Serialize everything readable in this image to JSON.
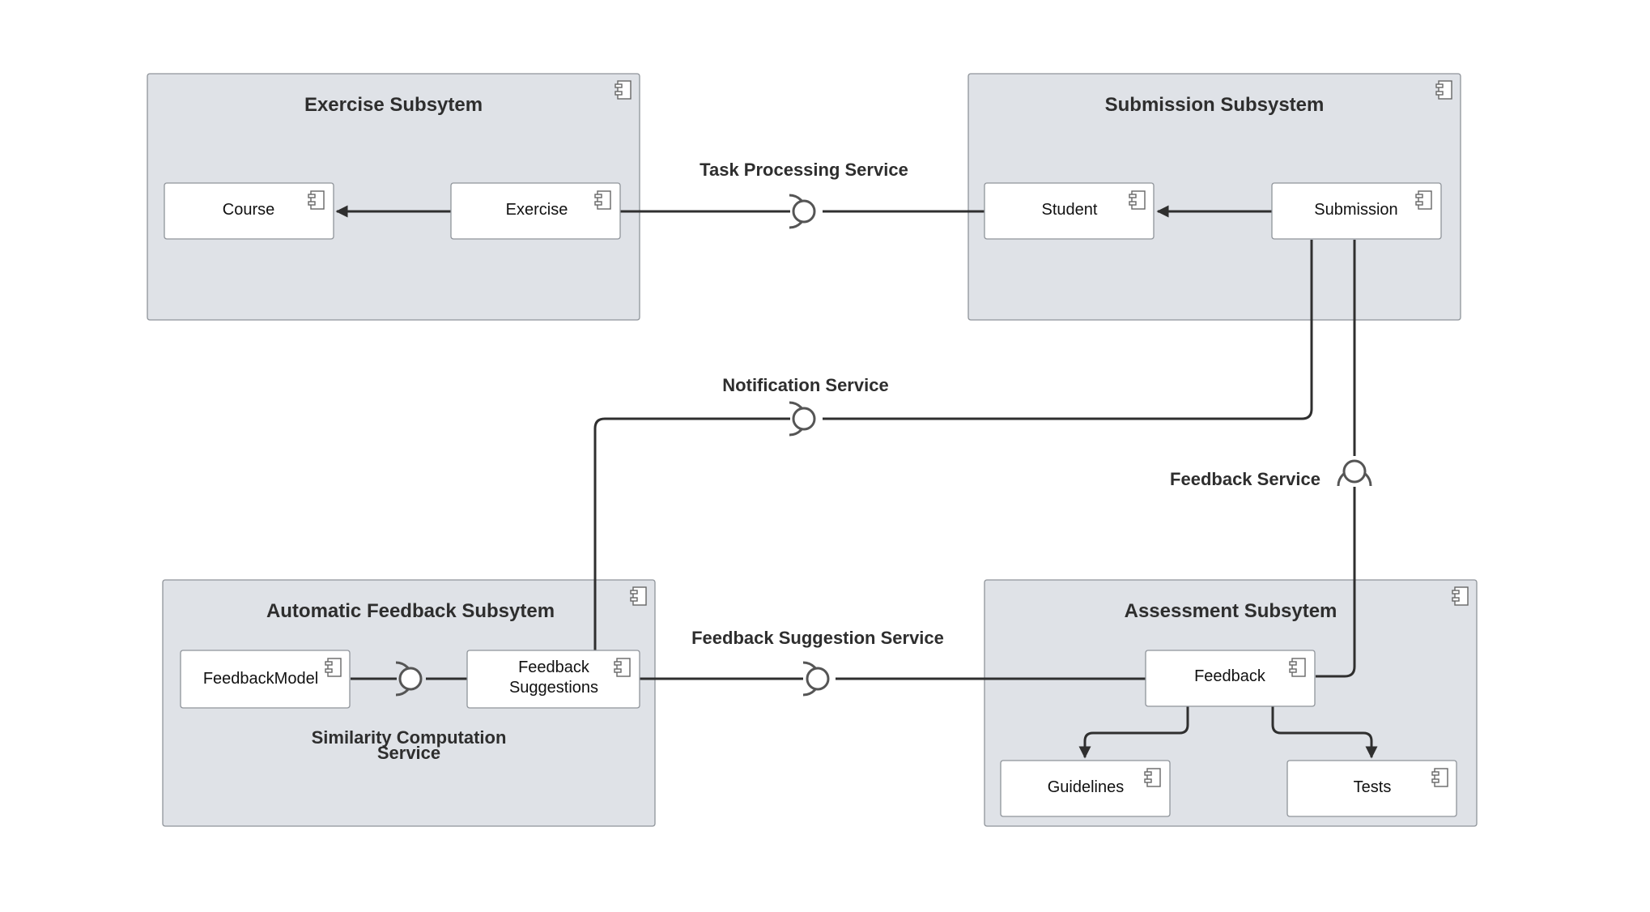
{
  "colors": {
    "subsystem_fill": "#dfe2e7",
    "component_fill": "#ffffff",
    "border": "#8f949a",
    "connector": "#2f2f2f",
    "text": "#2e2e2e"
  },
  "subsystems": {
    "exercise": {
      "title": "Exercise Subsytem"
    },
    "submission": {
      "title": "Submission Subsystem"
    },
    "automatic_feedback": {
      "title": "Automatic Feedback Subsytem"
    },
    "assessment": {
      "title": "Assessment Subsytem"
    }
  },
  "components": {
    "course": "Course",
    "exercise": "Exercise",
    "student": "Student",
    "submission": "Submission",
    "feedback_model": "FeedbackModel",
    "feedback_suggestions_line1": "Feedback",
    "feedback_suggestions_line2": "Suggestions",
    "feedback": "Feedback",
    "guidelines": "Guidelines",
    "tests": "Tests"
  },
  "interfaces": {
    "task_processing": "Task Processing Service",
    "notification": "Notification Service",
    "feedback_service": "Feedback Service",
    "feedback_suggestion": "Feedback Suggestion Service",
    "similarity_line1": "Similarity Computation",
    "similarity_line2": "Service"
  },
  "icons": {
    "component": "uml-component-icon",
    "interface": "lollipop-interface-icon"
  }
}
